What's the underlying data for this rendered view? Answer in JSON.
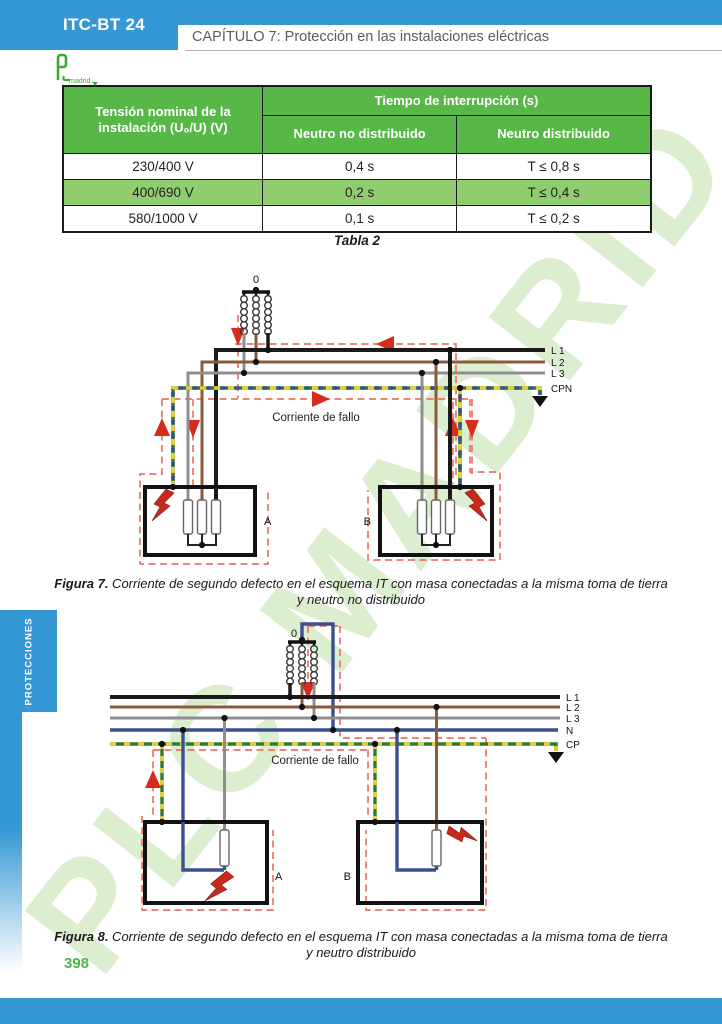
{
  "header": {
    "code": "ITC-BT 24",
    "title": "CAPÍTULO 7: Protección en las instalaciones eléctricas"
  },
  "logo": {
    "brand": "PLC",
    "sub": "madrid"
  },
  "watermark": "PLC MADRID",
  "table": {
    "col1_header": "Tensión nominal de la instalación (U₀/U) (V)",
    "group_header": "Tiempo de interrupción (s)",
    "col2_header": "Neutro no distribuido",
    "col3_header": "Neutro distribuido",
    "rows": [
      {
        "tension": "230/400 V",
        "no_dist": "0,4 s",
        "dist": "T ≤ 0,8 s"
      },
      {
        "tension": "400/690 V",
        "no_dist": "0,2 s",
        "dist": "T ≤ 0,4 s"
      },
      {
        "tension": "580/1000 V",
        "no_dist": "0,1 s",
        "dist": "T ≤ 0,2 s"
      }
    ],
    "caption": "Tabla 2"
  },
  "figure7": {
    "zero_label": "0",
    "line_labels": [
      "L 1",
      "L 2",
      "L 3",
      "CPN"
    ],
    "fault_label": "Corriente de fallo",
    "load_a": "A",
    "load_b": "B",
    "caption_bold": "Figura 7.",
    "caption_rest": " Corriente de segundo defecto en el esquema IT con masa conectadas a la misma toma de tierra y neutro no distribuido"
  },
  "figure8": {
    "zero_label": "0",
    "line_labels": [
      "L 1",
      "L 2",
      "L 3",
      "N",
      "CP"
    ],
    "fault_label": "Corriente de fallo",
    "load_a": "A",
    "load_b": "B",
    "caption_bold": "Figura 8.",
    "caption_rest": " Corriente de segundo defecto en el esquema IT con masa conectadas a la misma toma de tierra y neutro distribuido"
  },
  "sidebar": {
    "label": "PROTECCIONES"
  },
  "page_number": "398",
  "colors": {
    "accent_blue": "#3598d4",
    "table_green": "#57b747",
    "row_green": "#8fcd6e",
    "page_green": "#4bb648",
    "fault_red": "#c8281e",
    "dash_red": "#ee7366",
    "phase_l1": "#1a1a1a",
    "phase_l2": "#8a5a39",
    "phase_l3": "#8e8e8e",
    "neutral_blue": "#3c4f8e",
    "earth_green": "#2f7a33",
    "earth_yellow": "#e8cf3a",
    "watermark_green": "#dceed0"
  }
}
